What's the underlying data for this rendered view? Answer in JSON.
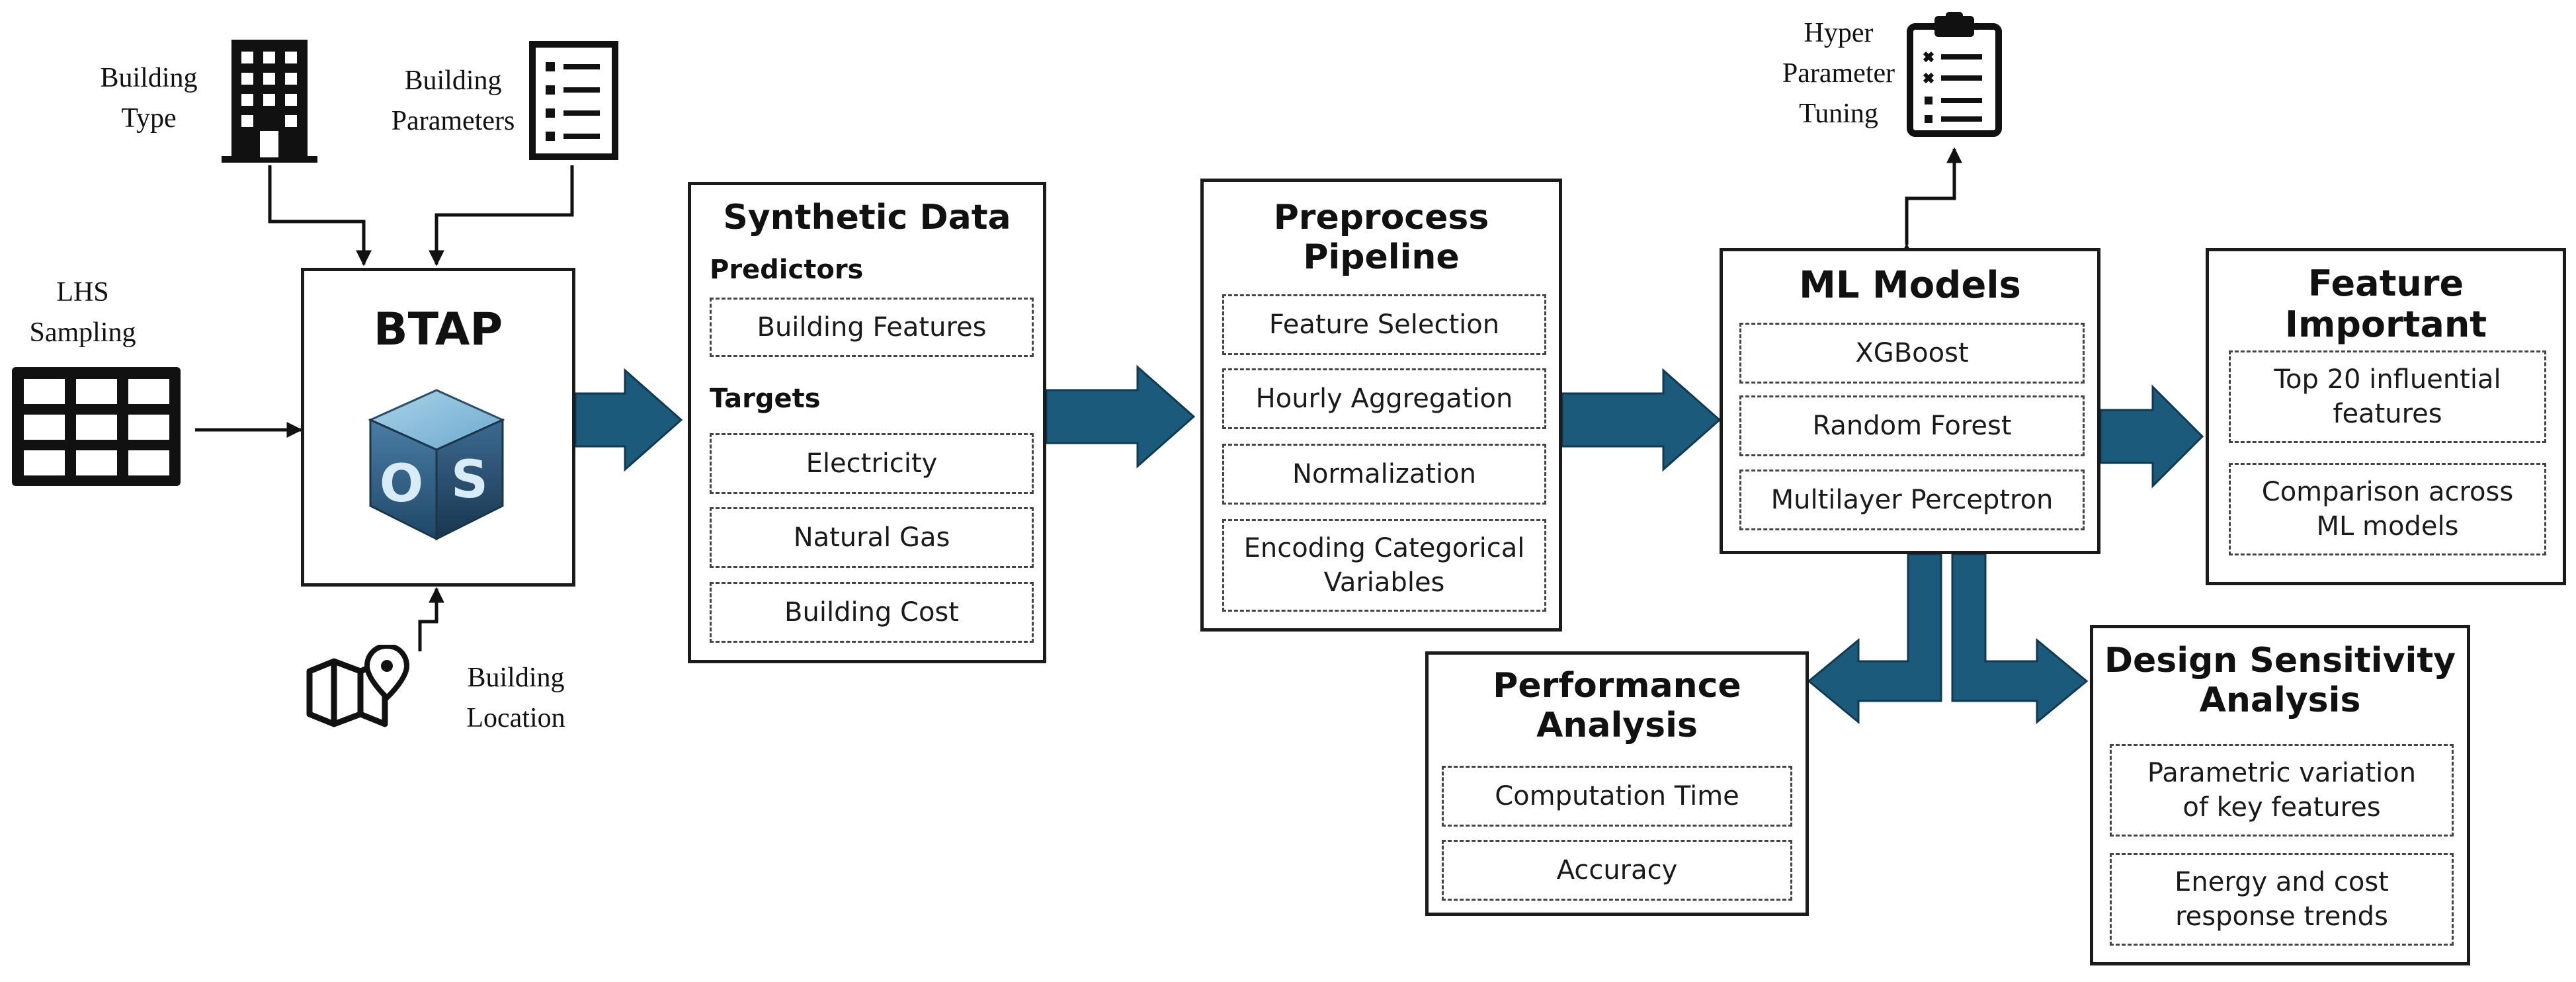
{
  "inputs": {
    "building_type": "Building\nType",
    "building_parameters": "Building\nParameters",
    "lhs_sampling": "LHS\nSampling",
    "building_location": "Building\nLocation",
    "hyper_parameter_tuning": "Hyper\nParameter\nTuning"
  },
  "btap": {
    "title": "BTAP",
    "logo_text": "OS"
  },
  "synthetic_data": {
    "title": "Synthetic Data",
    "predictors_label": "Predictors",
    "predictors": [
      "Building Features"
    ],
    "targets_label": "Targets",
    "targets": [
      "Electricity",
      "Natural Gas",
      "Building Cost"
    ]
  },
  "preprocess": {
    "title": "Preprocess\nPipeline",
    "items": [
      "Feature Selection",
      "Hourly Aggregation",
      "Normalization",
      "Encoding Categorical\nVariables"
    ]
  },
  "ml_models": {
    "title": "ML Models",
    "items": [
      "XGBoost",
      "Random Forest",
      "Multilayer Perceptron"
    ]
  },
  "feature_important": {
    "title": "Feature\nImportant",
    "items": [
      "Top 20 influential\nfeatures",
      "Comparison across\nML models"
    ]
  },
  "performance": {
    "title": "Performance\nAnalysis",
    "items": [
      "Computation Time",
      "Accuracy"
    ]
  },
  "design_sensitivity": {
    "title": "Design Sensitivity\nAnalysis",
    "items": [
      "Parametric variation\nof key features",
      "Energy and cost\nresponse trends"
    ]
  },
  "colors": {
    "arrow": "#1b5a7a",
    "border": "#1b1b1b",
    "dash": "#444444"
  },
  "icons": [
    "building-icon",
    "checklist-icon",
    "grid-table-icon",
    "map-pin-icon",
    "clipboard-icon",
    "os-cube-logo"
  ]
}
